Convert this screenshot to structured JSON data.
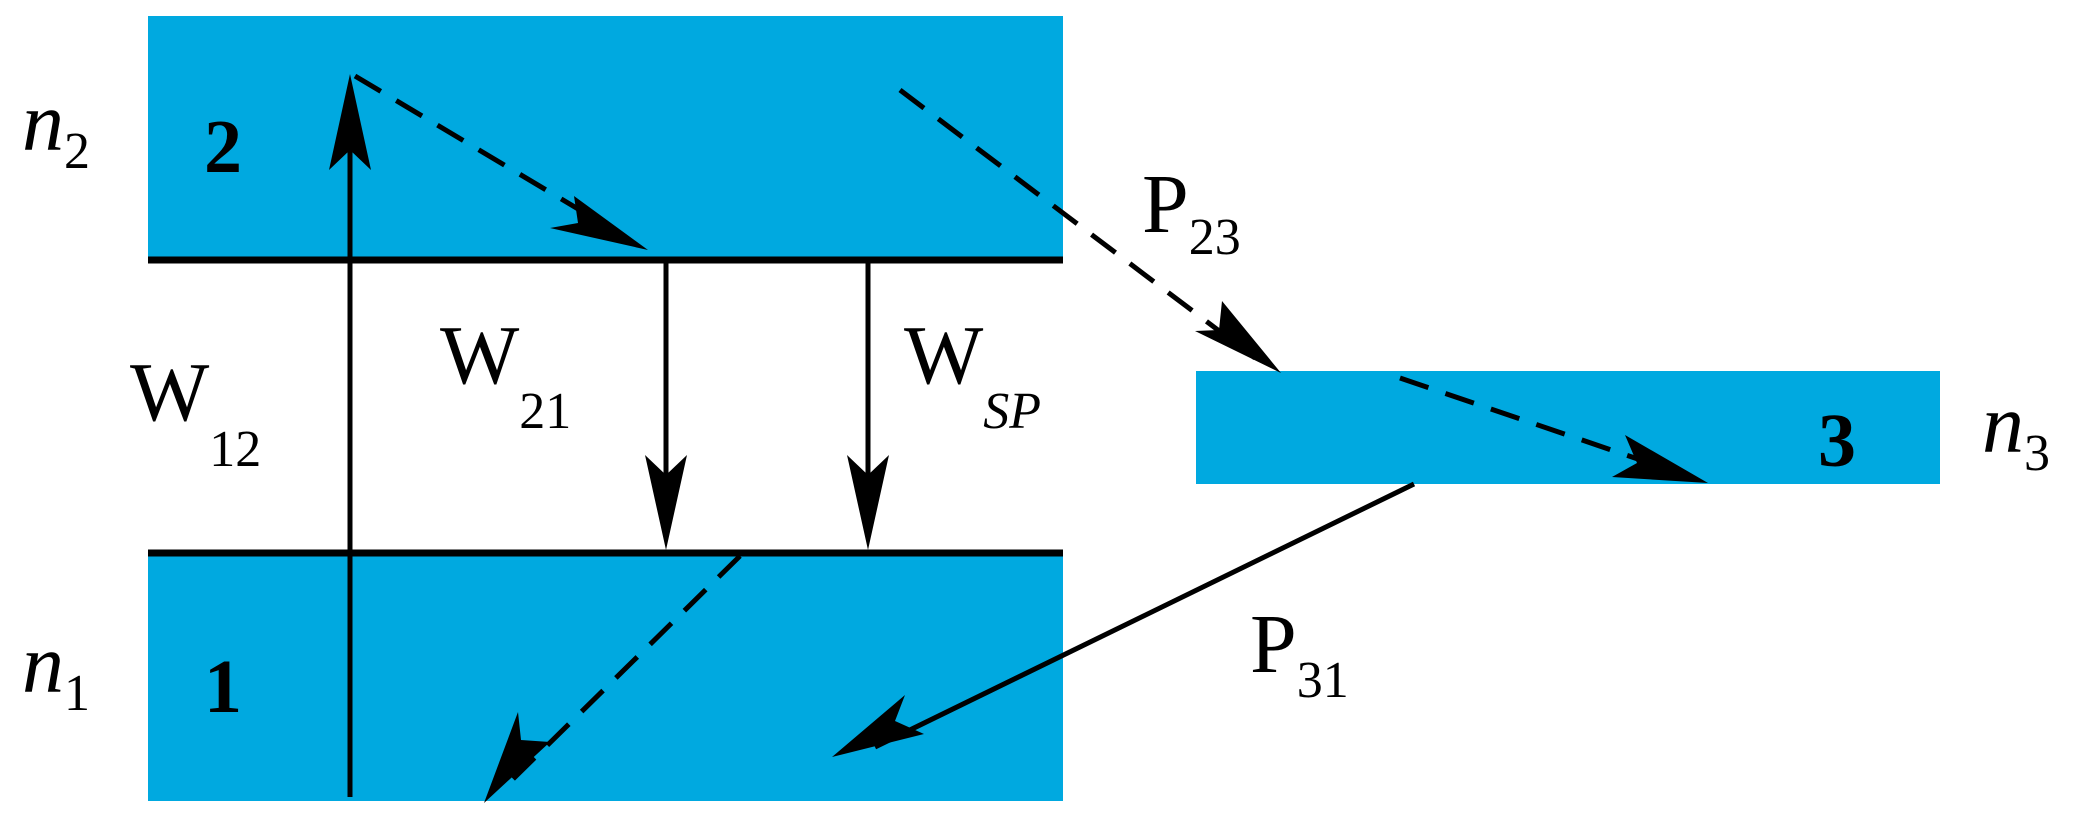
{
  "colors": {
    "band": "#00a9e0",
    "line": "#000000",
    "background": "#ffffff"
  },
  "levels": {
    "level2": {
      "number": "2",
      "population": "n",
      "population_sub": "2"
    },
    "level1": {
      "number": "1",
      "population": "n",
      "population_sub": "1"
    },
    "level3": {
      "number": "3",
      "population": "n",
      "population_sub": "3"
    }
  },
  "transitions": {
    "w12": {
      "symbol": "W",
      "sub": "12"
    },
    "w21": {
      "symbol": "W",
      "sub": "21"
    },
    "wsp": {
      "symbol": "W",
      "sub": "SP"
    },
    "p23": {
      "symbol": "P",
      "sub": "23"
    },
    "p31": {
      "symbol": "P",
      "sub": "31"
    }
  }
}
